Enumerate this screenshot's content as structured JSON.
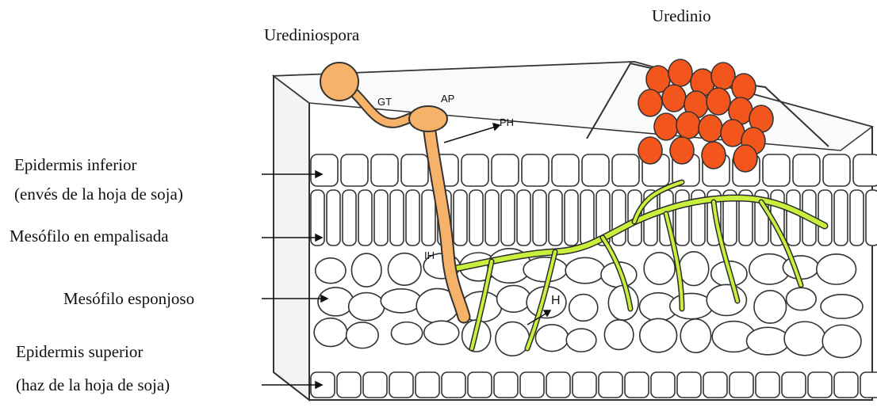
{
  "title_left": "Urediniospora",
  "title_right": "Uredinio",
  "labels": {
    "epidermis_inferior_1": "Epidermis inferior",
    "epidermis_inferior_2": "(envés de la hoja de soja)",
    "mesofilo_empalisada": "Mesófilo en empalisada",
    "mesofilo_esponjoso": "Mesófilo esponjoso",
    "epidermis_superior_1": "Epidermis superior",
    "epidermis_superior_2": "(haz de la hoja de soja)"
  },
  "tags": {
    "gt": "GT",
    "ap": "AP",
    "ph": "PH",
    "ih": "IH",
    "h": "H"
  },
  "colors": {
    "cell_outline": "#333333",
    "spore": "#f7b26a",
    "hypha_green": "#c8f03c",
    "uredinium": "#f2561d",
    "background": "#ffffff"
  }
}
